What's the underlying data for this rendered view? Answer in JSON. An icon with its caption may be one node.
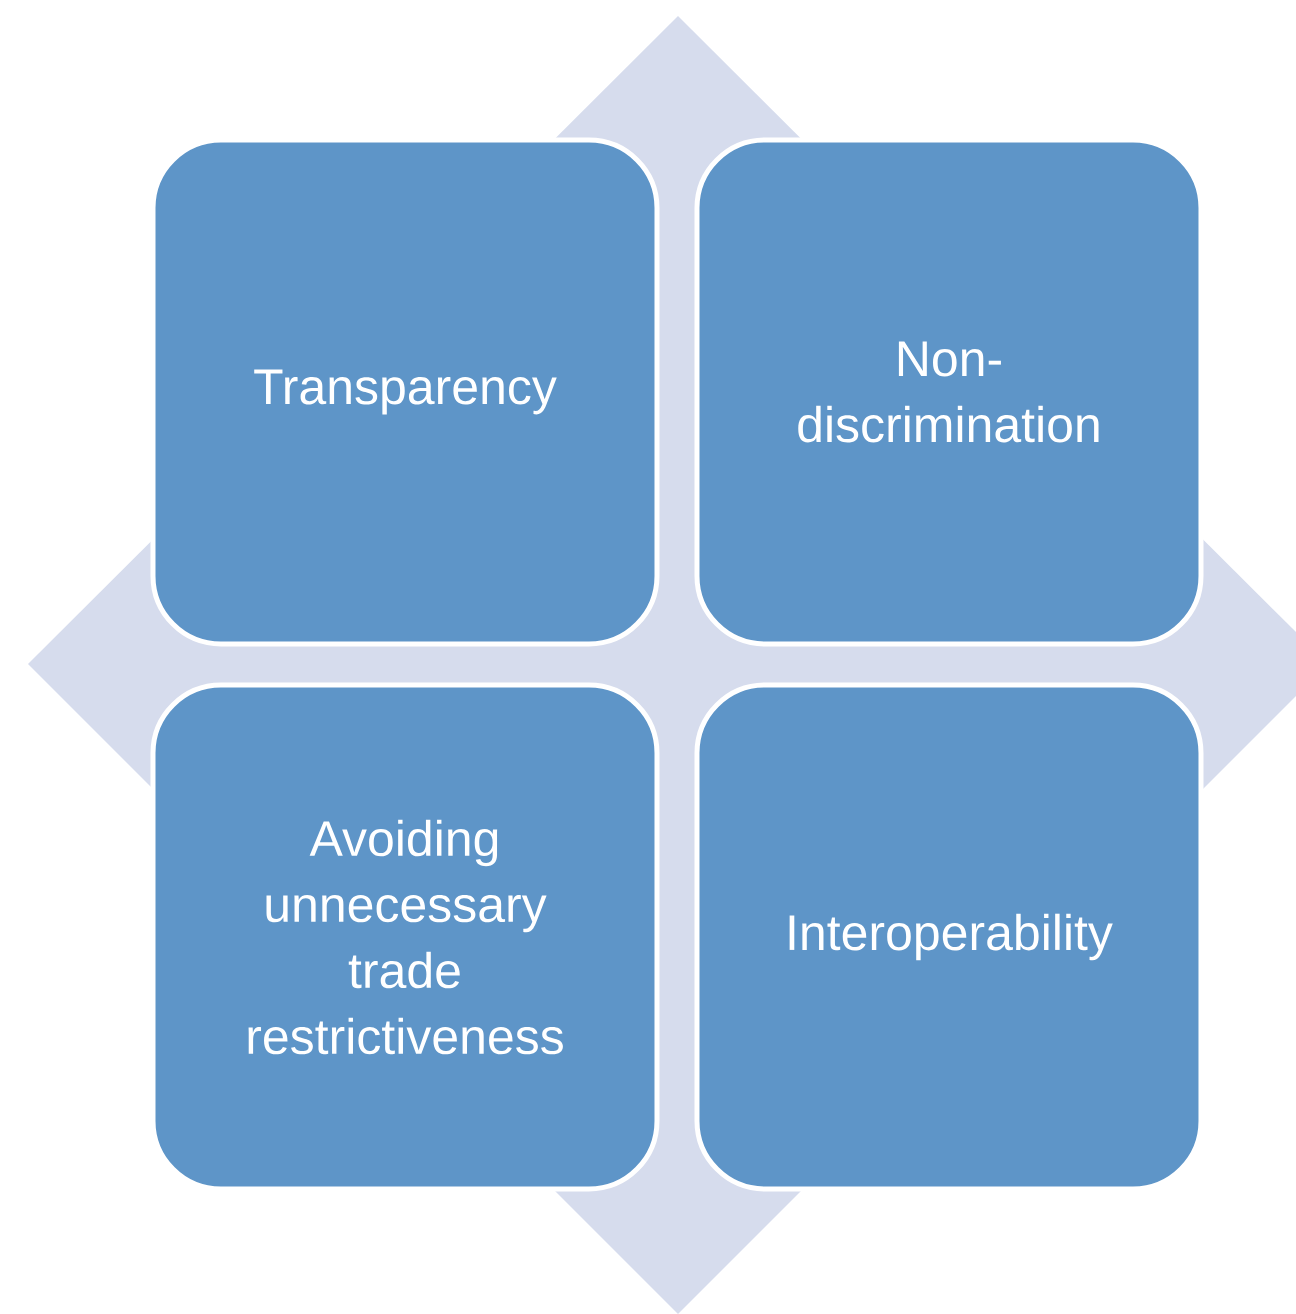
{
  "diagram": {
    "nodes": [
      {
        "text": [
          "Transparency"
        ]
      },
      {
        "text": [
          "Non-discrimination"
        ]
      },
      {
        "text": [
          "Avoiding unnecessary trade restrictiveness"
        ]
      },
      {
        "text": [
          "Interoperability"
        ]
      }
    ]
  }
}
